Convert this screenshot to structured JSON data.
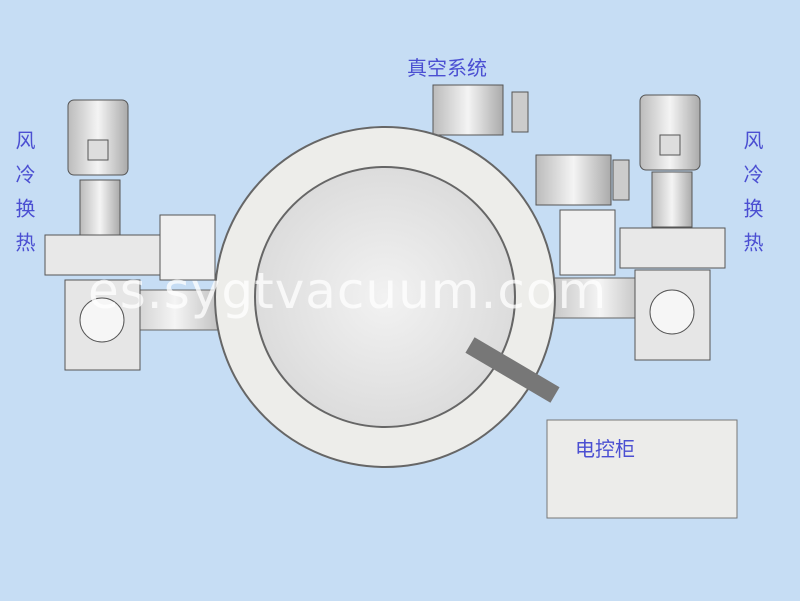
{
  "labels": {
    "vacuum_system": "真空系统",
    "air_cooling_left": "风冷换热",
    "air_cooling_right": "风冷换热",
    "control_cabinet": "电控柜"
  },
  "watermark": "es.sygtvacuum.com",
  "colors": {
    "background": "#c6ddf4",
    "label": "#4b4fd2"
  }
}
